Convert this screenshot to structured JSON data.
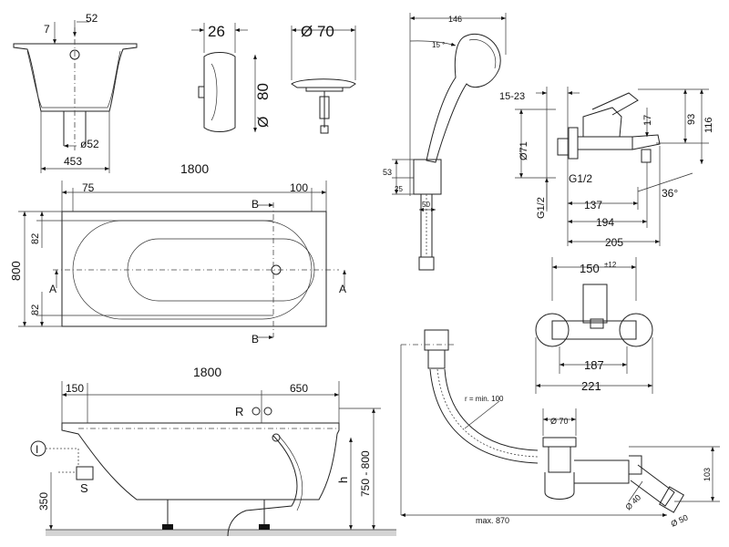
{
  "tub_section": {
    "d_flange": "7",
    "d_overflow": "52",
    "d_waste": "ø52",
    "d_width": "453"
  },
  "handle": {
    "d_width": "26",
    "d_height": "80"
  },
  "plug": {
    "d_diameter": "Ø 70"
  },
  "shower": {
    "d_width": "146",
    "d_angle": "15 °",
    "d_53": "53",
    "d_25": "25",
    "d_50": "50"
  },
  "mixer_side": {
    "d_15_23": "15-23",
    "d_71": "Ø71",
    "d_17": "17",
    "d_93": "93",
    "d_116": "116",
    "d_g12_v": "G1/2",
    "d_g12_h": "G1/2",
    "d_137": "137",
    "d_194": "194",
    "d_205": "205",
    "d_36": "36°"
  },
  "mixer_front": {
    "d_150": "150",
    "d_150_tol": "±12",
    "d_187": "187",
    "d_221": "221"
  },
  "tub_plan": {
    "d_length": "1800",
    "d_75": "75",
    "d_100": "100",
    "d_800": "800",
    "d_82_top": "82",
    "d_82_bot": "82",
    "lbl_b_top": "B",
    "lbl_b_bot": "B",
    "lbl_a_left": "A",
    "lbl_a_right": "A"
  },
  "tub_elev": {
    "d_length": "1800",
    "d_150": "150",
    "d_650": "650",
    "lbl_r": "R",
    "lbl_s": "S",
    "lbl_i": "I",
    "d_350": "350",
    "lbl_h": "h",
    "d_750_800": "750 - 800"
  },
  "waste": {
    "d_radius": "r = min. 100",
    "d_plug": "Ø 70",
    "d_max": "max. 870",
    "d_103": "103",
    "d_40": "Ø 40",
    "d_50": "Ø 50"
  }
}
